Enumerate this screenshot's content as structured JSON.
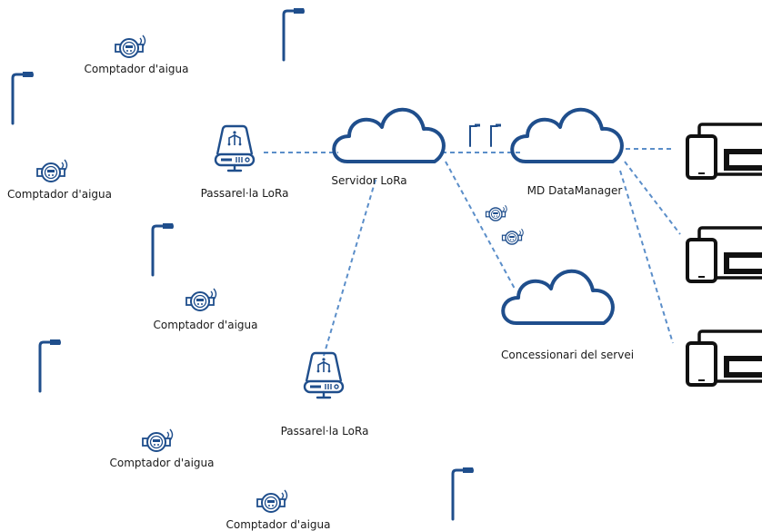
{
  "colors": {
    "primary": "#1f4e8c",
    "dashed_link": "#5b8ec9",
    "text": "#1a1a1a",
    "background": "#ffffff"
  },
  "nodes": {
    "servidor": {
      "label": "Servidor LoRa",
      "icon": "cloud-icon"
    },
    "datamanager": {
      "label": "MD DataManager",
      "icon": "cloud-icon"
    },
    "concessionaris": {
      "label": "Concessionari del servei",
      "icon": "cloud-icon"
    },
    "gateway_1": {
      "label": "Passarel·la LoRa",
      "icon": "gateway-icon"
    },
    "gateway_2": {
      "label": "Passarel·la LoRa",
      "icon": "gateway-icon"
    }
  },
  "water_meters": [
    {
      "label": "Comptador d'aigua"
    },
    {
      "label": "Comptador d'aigua"
    },
    {
      "label": "Comptador d'aigua"
    },
    {
      "label": "Comptador d'aigua"
    },
    {
      "label": "Comptador d'aigua"
    }
  ],
  "icons": {
    "water_meter": "water-meter-icon",
    "street_lamp": "street-lamp-icon",
    "terminal": "tablet-and-monitor-icon"
  }
}
